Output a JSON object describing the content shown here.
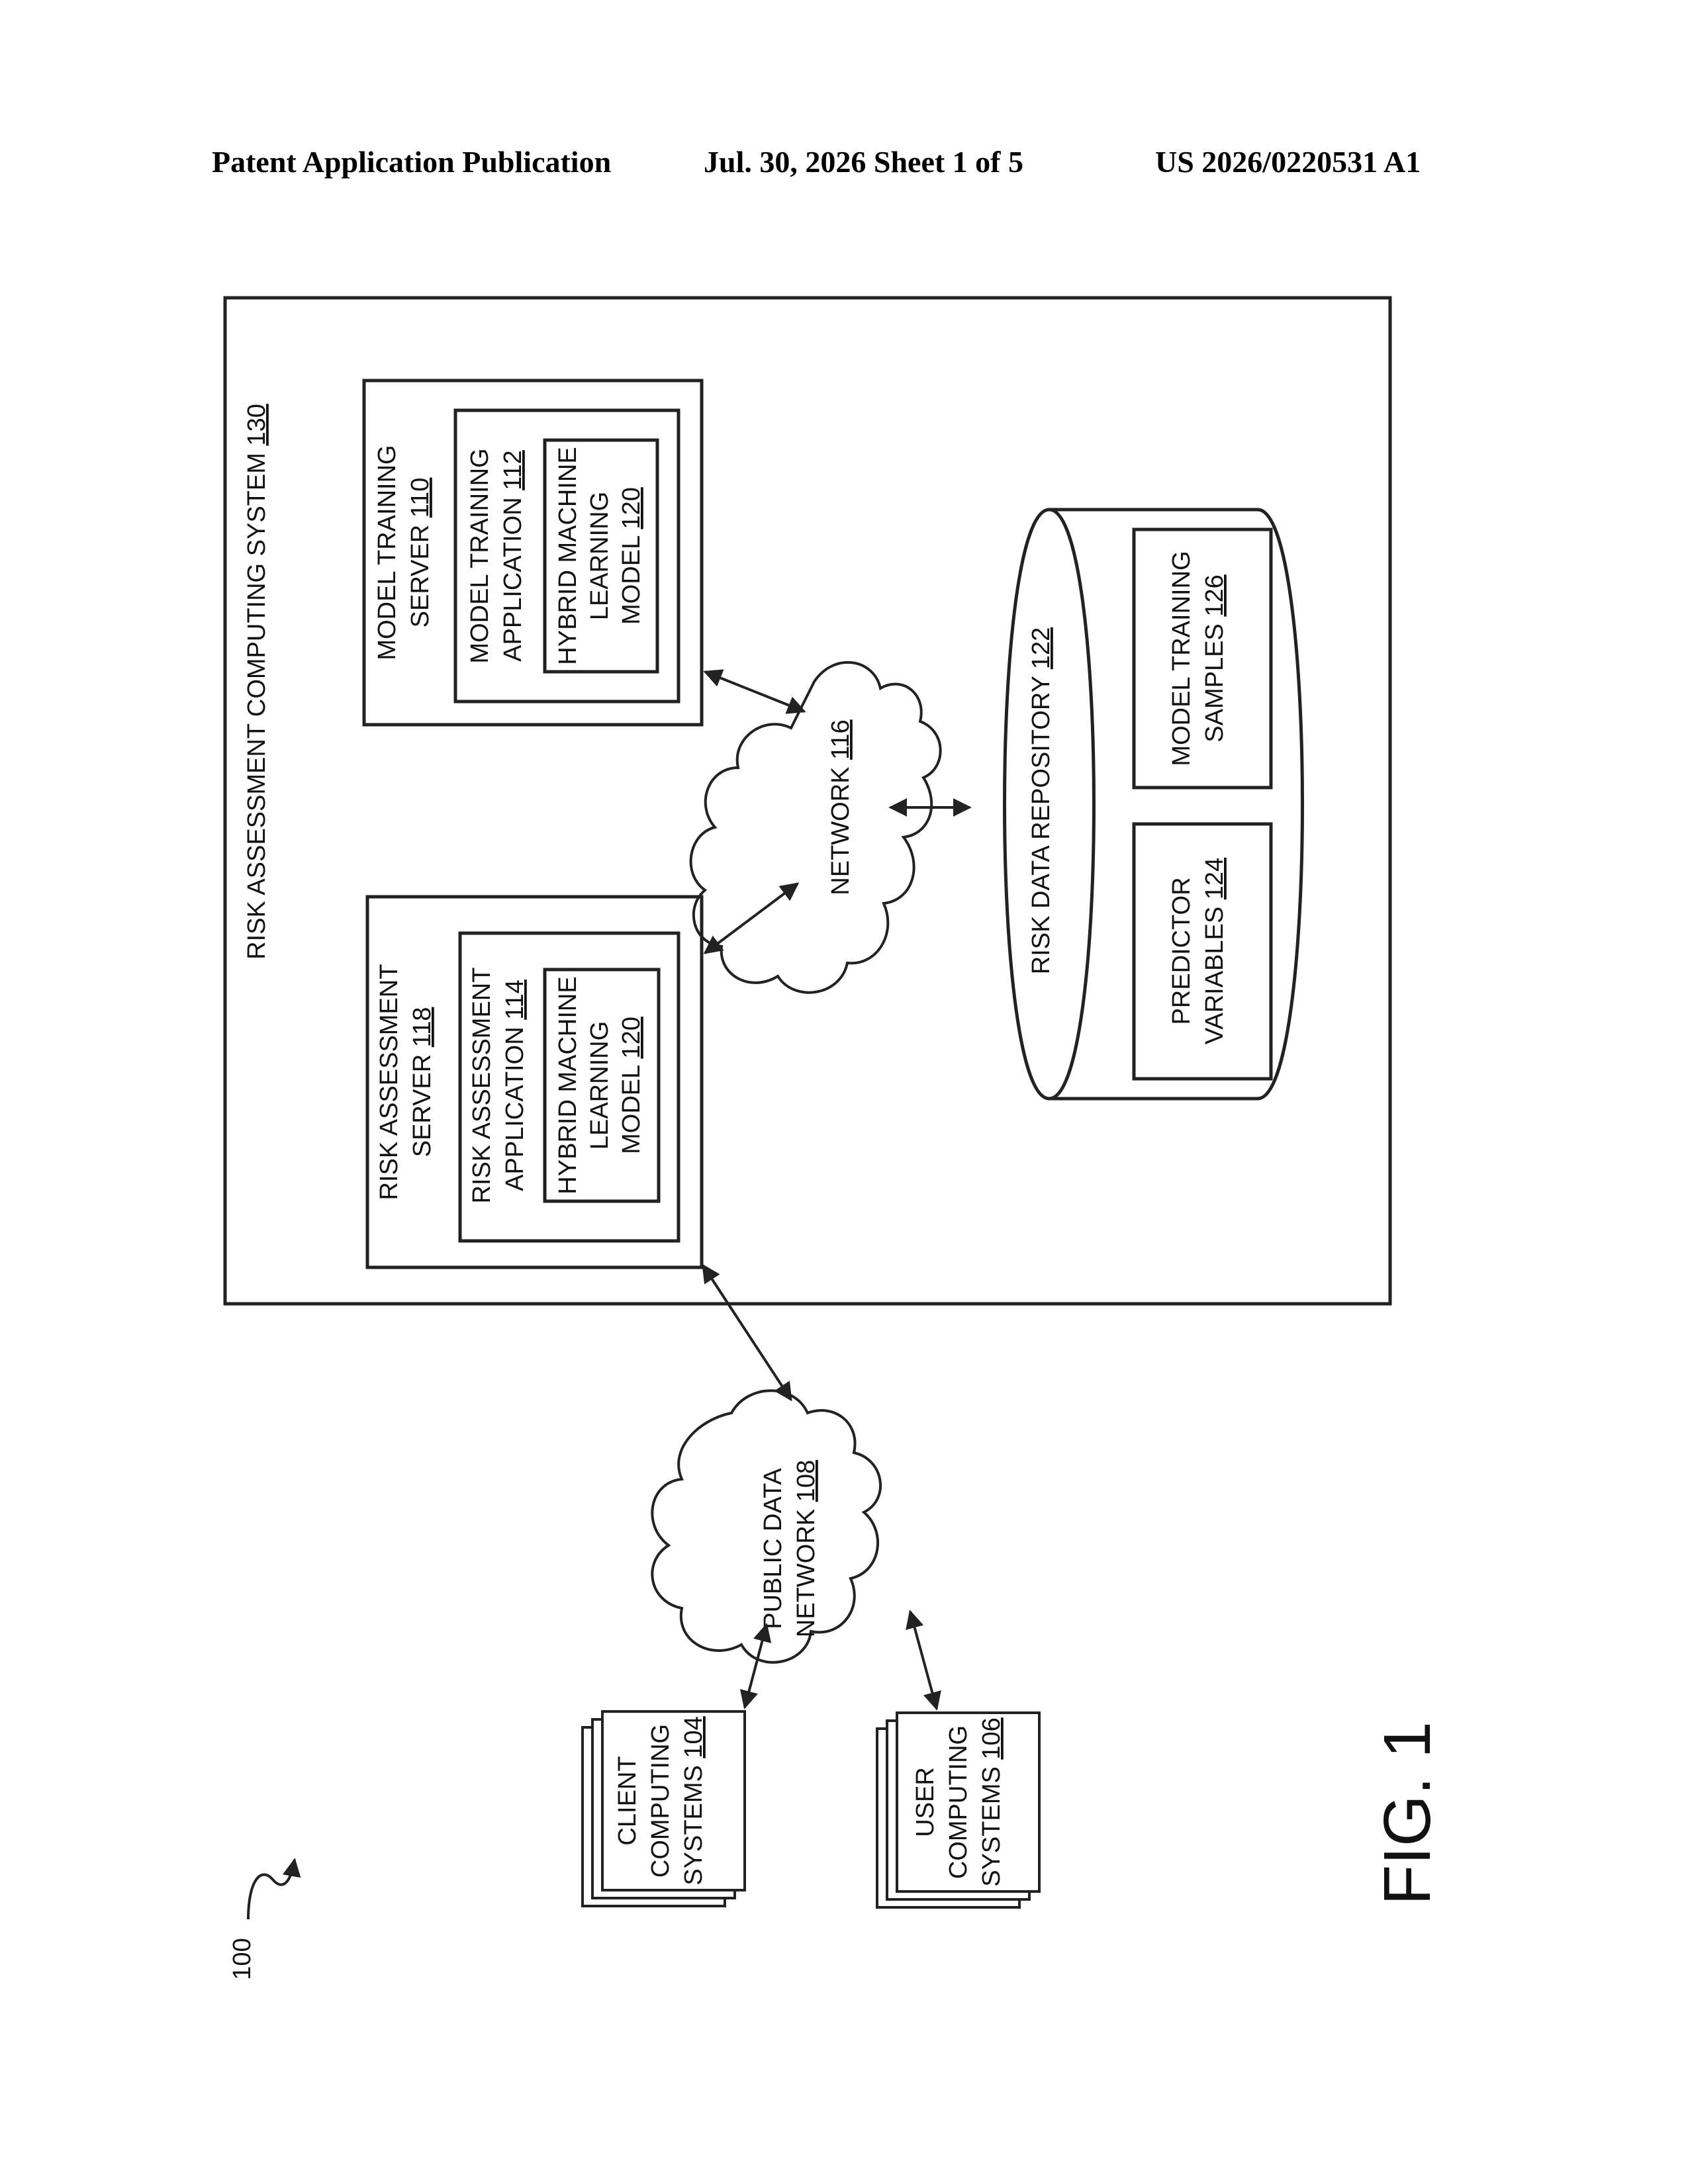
{
  "header": {
    "publication": "Patent Application Publication",
    "date_sheet": "Jul. 30, 2026   Sheet 1 of 5",
    "number": "US 2026/0220531 A1"
  },
  "figure": {
    "ref_label": "100",
    "caption": "FIG. 1"
  },
  "system": {
    "name": "RISK ASSESSMENT COMPUTING SYSTEM",
    "ref": "130"
  },
  "model_training_server": {
    "line1": "MODEL TRAINING",
    "line2_text": "SERVER",
    "ref": "110",
    "app": {
      "line1": "MODEL TRAINING",
      "line2_text": "APPLICATION",
      "ref": "112"
    },
    "model": {
      "line1": "HYBRID MACHINE",
      "line2": "LEARNING",
      "line3_text": "MODEL",
      "ref": "120"
    }
  },
  "risk_assessment_server": {
    "line1": "RISK ASSESSMENT",
    "line2_text": "SERVER",
    "ref": "118",
    "app": {
      "line1": "RISK ASSESSMENT",
      "line2_text": "APPLICATION",
      "ref": "114"
    },
    "model": {
      "line1": "HYBRID MACHINE",
      "line2": "LEARNING",
      "line3_text": "MODEL",
      "ref": "120"
    }
  },
  "network": {
    "text": "NETWORK",
    "ref": "116"
  },
  "repository": {
    "text": "RISK DATA REPOSITORY",
    "ref": "122",
    "predictor": {
      "line1": "PREDICTOR",
      "line2_text": "VARIABLES",
      "ref": "124"
    },
    "samples": {
      "line1": "MODEL TRAINING",
      "line2_text": "SAMPLES",
      "ref": "126"
    }
  },
  "public_network": {
    "line1": "PUBLIC DATA",
    "line2_text": "NETWORK",
    "ref": "108"
  },
  "client_systems": {
    "line1": "CLIENT",
    "line2": "COMPUTING",
    "line3_text": "SYSTEMS",
    "ref": "104"
  },
  "user_systems": {
    "line1": "USER",
    "line2": "COMPUTING",
    "line3_text": "SYSTEMS",
    "ref": "106"
  }
}
